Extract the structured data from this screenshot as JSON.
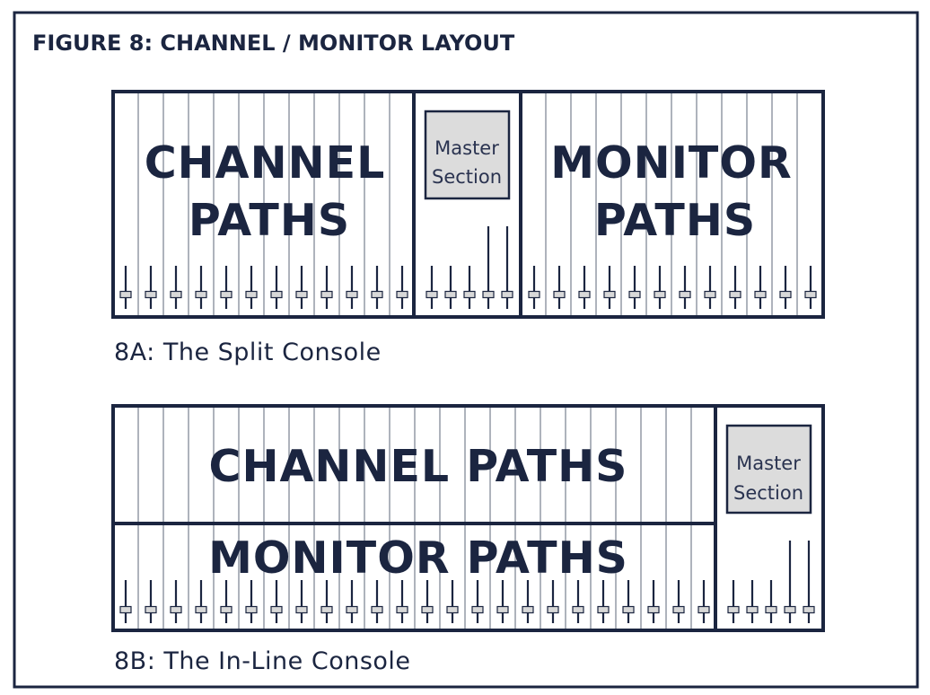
{
  "figure": {
    "title": "FIGURE 8: CHANNEL / MONITOR LAYOUT"
  },
  "split_console": {
    "caption": "8A: The Split Console",
    "channel_label_line1": "CHANNEL",
    "channel_label_line2": "PATHS",
    "monitor_label_line1": "MONITOR",
    "monitor_label_line2": "PATHS",
    "master_line1": "Master",
    "master_line2": "Section"
  },
  "inline_console": {
    "caption": "8B: The In-Line Console",
    "channel_label": "CHANNEL PATHS",
    "monitor_label": "MONITOR PATHS",
    "master_line1": "Master",
    "master_line2": "Section"
  },
  "colors": {
    "ink": "#1b2540",
    "strip_line": "#9aa0ab",
    "master_fill": "#dcdcdc",
    "background": "#ffffff"
  }
}
